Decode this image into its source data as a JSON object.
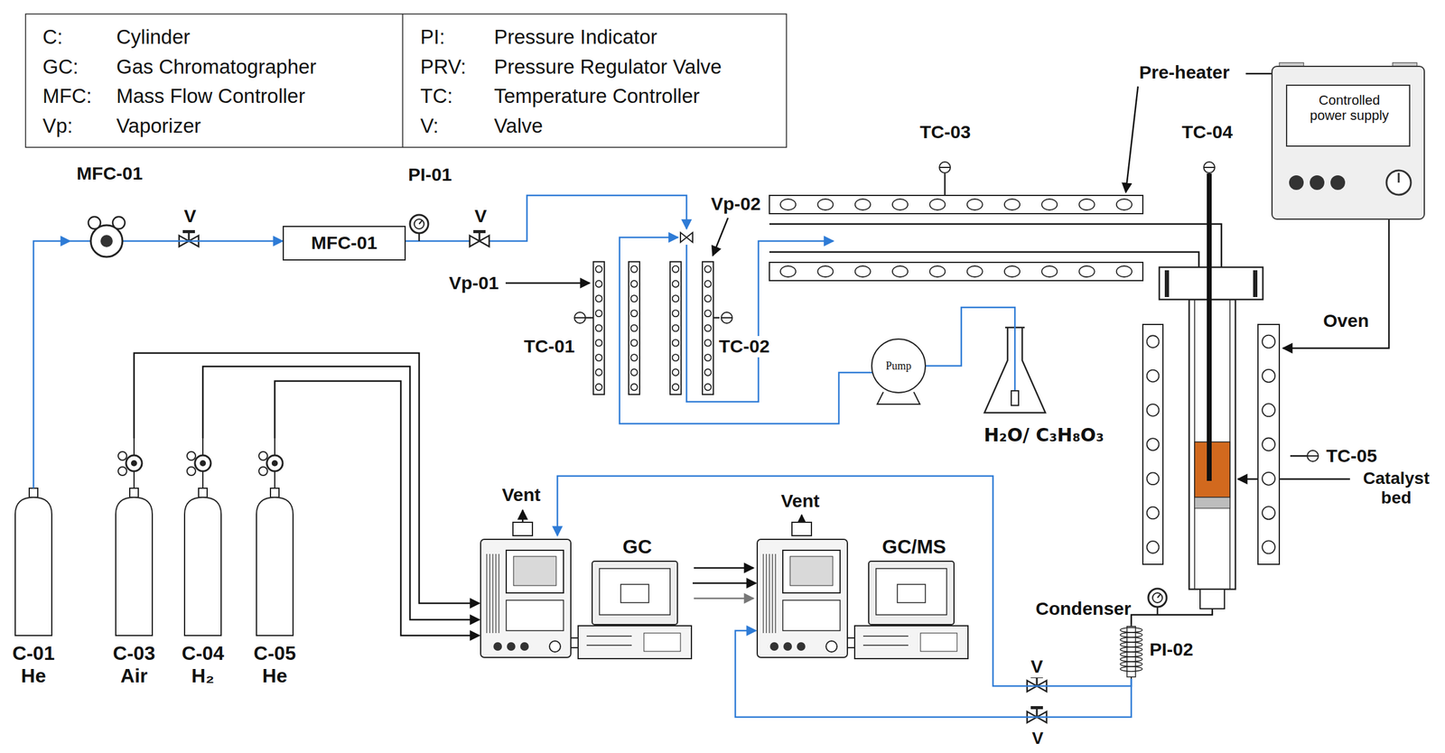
{
  "diagram": {
    "nodes": [
      {
        "text": [
          "C-01 He"
        ]
      },
      {
        "text": [
          "C-03 Air"
        ]
      },
      {
        "text": [
          "C-04 H₂"
        ]
      },
      {
        "text": [
          "C-05 He"
        ]
      },
      {
        "text": [
          "MFC-01"
        ]
      },
      {
        "text": [
          "MFC-01"
        ]
      },
      {
        "text": [
          "Pump"
        ]
      },
      {
        "text": [
          "H₂O/ C₃H₈O₃"
        ]
      },
      {
        "text": [
          "GC"
        ]
      },
      {
        "text": [
          "GC/MS"
        ]
      },
      {
        "text": [
          "Condenser"
        ]
      }
    ],
    "edges": [
      {
        "from": 0,
        "to": 4,
        "arrow": "to"
      },
      {
        "from": 4,
        "to": 5,
        "arrow": "to"
      },
      {
        "from": 1,
        "to": 8,
        "arrow": "to"
      },
      {
        "from": 2,
        "to": 8,
        "arrow": "to"
      },
      {
        "from": 3,
        "to": 8,
        "arrow": "to"
      },
      {
        "from": 8,
        "to": 9,
        "arrow": "to"
      },
      {
        "from": 7,
        "to": 6,
        "arrow": "none"
      },
      {
        "from": 10,
        "to": 8,
        "arrow": "to"
      },
      {
        "from": 10,
        "to": 9,
        "arrow": "to"
      }
    ],
    "labels": [
      "C:",
      "Cylinder",
      "GC:",
      "Gas Chromatographer",
      "MFC:",
      "Mass Flow Controller",
      "Vp:",
      "Vaporizer",
      "PI:",
      "Pressure Indicator",
      "PRV:",
      "Pressure Regulator Valve",
      "TC:",
      "Temperature Controller",
      "V:",
      "Valve",
      "V",
      "PI-01",
      "V",
      "Vp-01",
      "Vp-02",
      "TC-01",
      "TC-02",
      "TC-03",
      "Pre-heater",
      "TC-04",
      "Controlled power supply",
      "Oven",
      "TC-05",
      "Catalyst bed",
      "Vent",
      "Vent",
      "PI-02",
      "V",
      "V"
    ]
  }
}
